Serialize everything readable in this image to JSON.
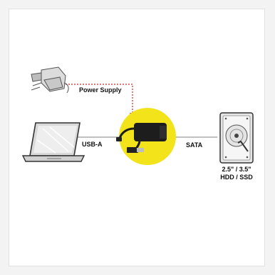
{
  "labels": {
    "power_supply": "Power Supply",
    "usb": "USB-A",
    "sata": "SATA",
    "drive_size": "2.5\" / 3.5\"",
    "drive_type": "HDD / SSD"
  },
  "icons": {
    "power": "power-adapter-icon",
    "laptop": "laptop-icon",
    "adapter": "usb-sata-adapter-icon",
    "drive": "hard-drive-icon"
  },
  "colors": {
    "highlight": "#f2e31a",
    "power_line": "#cc2a2a",
    "connector_line": "#9a9a9a",
    "text": "#111111"
  }
}
